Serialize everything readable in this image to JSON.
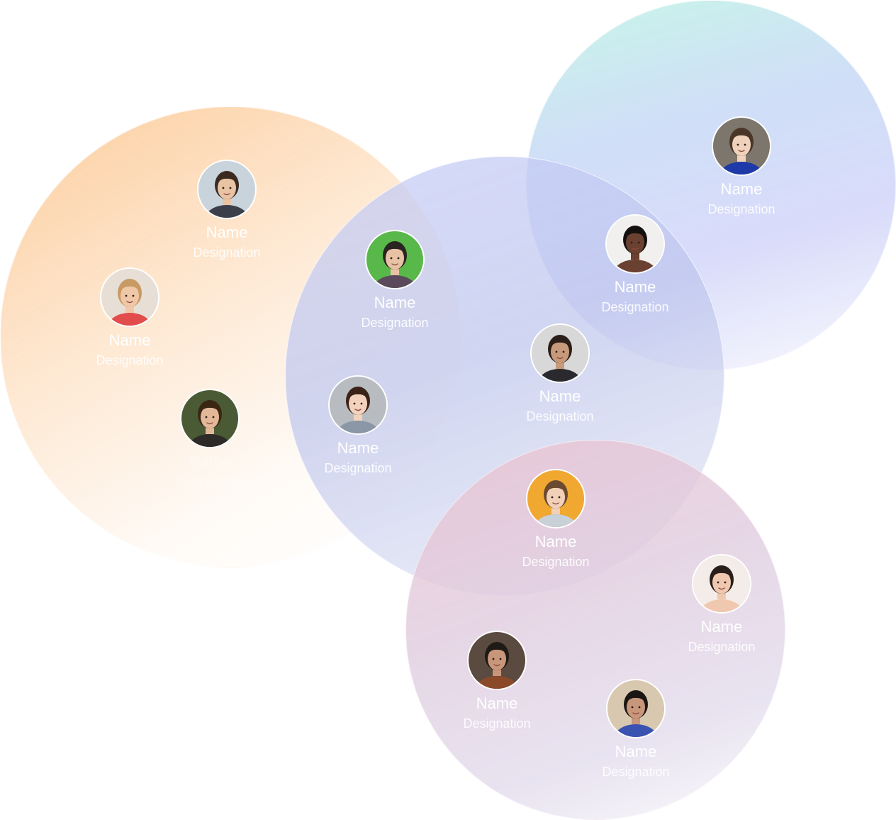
{
  "groups": [
    {
      "id": "orange",
      "color_from": "#fcc48c",
      "color_to": "#fff4ea",
      "people": [
        {
          "name": "Name",
          "designation": "Designation",
          "skin": "#e8c4a4",
          "hair": "#3a2a20",
          "bg": "#c9d3dc",
          "shirt": "#3b3f4a"
        },
        {
          "name": "Name",
          "designation": "Designation",
          "skin": "#f0c8a8",
          "hair": "#c89a64",
          "bg": "#e7dfd6",
          "shirt": "#e24c4c"
        },
        {
          "name": "Name",
          "designation": "Designation",
          "skin": "#e2b898",
          "hair": "#3b2614",
          "bg": "#4a5a34",
          "shirt": "#2e2a28"
        }
      ]
    },
    {
      "id": "blue",
      "color_from": "#c8cef8",
      "color_to": "#e8eaf6",
      "people": [
        {
          "name": "Name",
          "designation": "Designation",
          "skin": "#e8c2a4",
          "hair": "#2a2420",
          "bg": "#58b84a",
          "shirt": "#5a4a5c"
        },
        {
          "name": "Name",
          "designation": "Designation",
          "skin": "#f2d2bc",
          "hair": "#3a2218",
          "bg": "#b8bcc0",
          "shirt": "#8b97a6"
        },
        {
          "name": "Name",
          "designation": "Designation",
          "skin": "#c89a7c",
          "hair": "#2a1e18",
          "bg": "#d8d8d8",
          "shirt": "#2a2a2e"
        }
      ]
    },
    {
      "id": "teal",
      "color_from": "#bef4e4",
      "color_to": "#ccd0f8",
      "people": [
        {
          "name": "Name",
          "designation": "Designation",
          "skin": "#f0d2bc",
          "hair": "#4a3628",
          "bg": "#7d766c",
          "shirt": "#1e3aa8"
        },
        {
          "name": "Name",
          "designation": "Designation",
          "skin": "#6a4030",
          "hair": "#141010",
          "bg": "#f2f0ee",
          "shirt": "#6a4030"
        }
      ]
    },
    {
      "id": "pink",
      "color_from": "#ecc2ce",
      "color_to": "#f6f4fa",
      "people": [
        {
          "name": "Name",
          "designation": "Designation",
          "skin": "#f2d0b8",
          "hair": "#6a4a30",
          "bg": "#f0a830",
          "shirt": "#c8d0d8"
        },
        {
          "name": "Name",
          "designation": "Designation",
          "skin": "#f0c8b0",
          "hair": "#2a1e1a",
          "bg": "#f4ece8",
          "shirt": "#f0c8b0"
        },
        {
          "name": "Name",
          "designation": "Designation",
          "skin": "#c8967a",
          "hair": "#1e1a16",
          "bg": "#5a4a40",
          "shirt": "#8a4a2a"
        },
        {
          "name": "Name",
          "designation": "Designation",
          "skin": "#c8967a",
          "hair": "#1a1614",
          "bg": "#d8c8b0",
          "shirt": "#3a52b0"
        }
      ]
    }
  ]
}
